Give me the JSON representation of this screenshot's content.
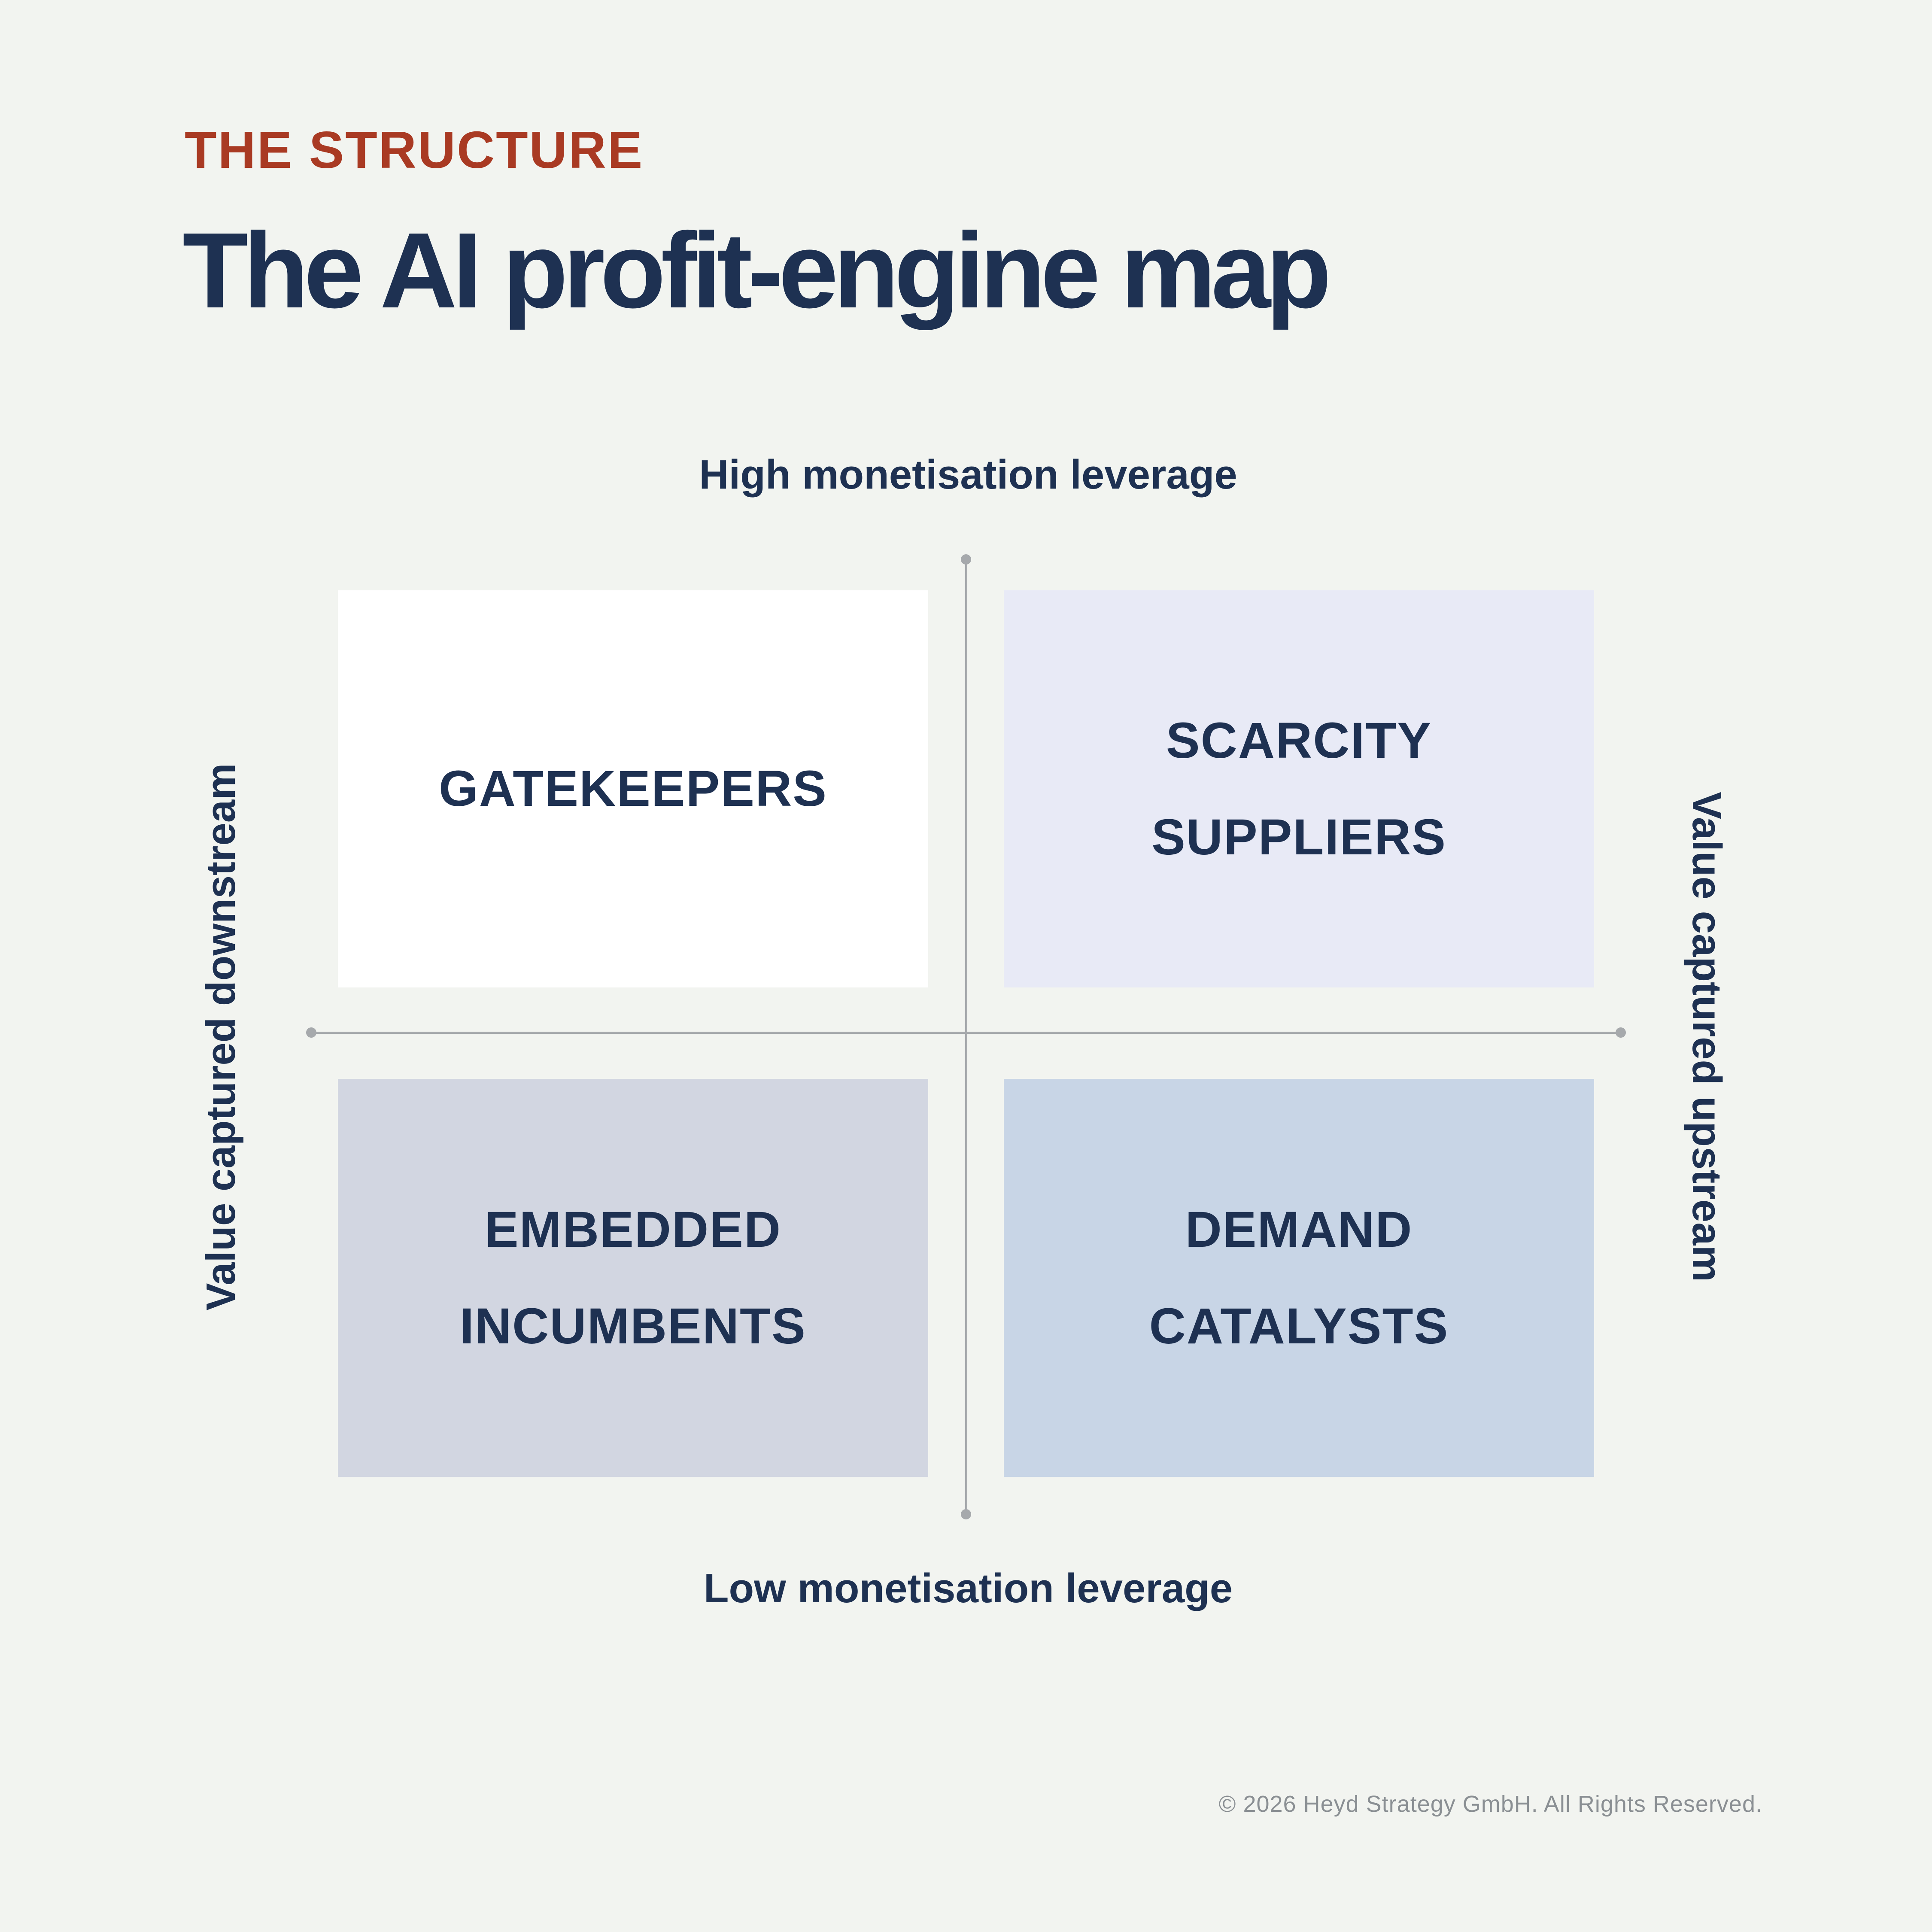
{
  "page": {
    "background": "#F2F4F0"
  },
  "header": {
    "eyebrow": "THE STRUCTURE",
    "title": "The AI profit-engine map"
  },
  "matrix": {
    "axes": {
      "top": "High monetisation leverage",
      "bottom": "Low monetisation leverage",
      "left": "Value captured downstream",
      "right": "Value captured upstream"
    },
    "quadrants": [
      {
        "position": "top-left",
        "label": "GATEKEEPERS",
        "bg": "#FFFFFF"
      },
      {
        "position": "top-right",
        "label": "SCARCITY SUPPLIERS",
        "bg": "#E8EAF6"
      },
      {
        "position": "bottom-left",
        "label": "EMBEDDED INCUMBENTS",
        "bg": "#D2D6E1"
      },
      {
        "position": "bottom-right",
        "label": "DEMAND CATALYSTS",
        "bg": "#C8D5E6"
      }
    ]
  },
  "footer": {
    "copyright": "© 2026 Heyd Strategy GmbH. All Rights Reserved."
  },
  "colors": {
    "eyebrow": "#A93A23",
    "heading": "#1E3152",
    "label": "#1E3152",
    "axis_line": "#A6A9AC",
    "footer_text": "#8A8F93"
  }
}
